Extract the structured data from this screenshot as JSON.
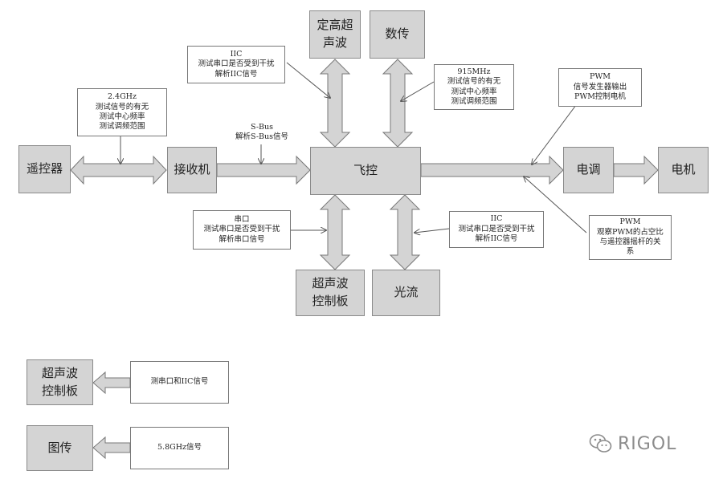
{
  "blocks": {
    "remote": "遥控器",
    "receiver": "接收机",
    "flight_control": "飞控",
    "altitude_sonar": "定高超\n声波",
    "data_link": "数传",
    "esc": "电调",
    "motor": "电机",
    "sonar_board": "超声波\n控制板",
    "optical_flow": "光流",
    "legend_sonar_board": "超声波\n控制板",
    "image_link": "图传"
  },
  "notes": {
    "rf_24": "2.4GHz\n测试信号的有无\n测试中心频率\n测试调频范围",
    "iic_top": "IIC\n测试串口是否受到干扰\n解析IIC信号",
    "rf_915": "915MHz\n测试信号的有无\n测试中心频率\n测试调频范围",
    "pwm_gen": "PWM\n信号发生器输出\nPWM控制电机",
    "uart": "串口\n测试串口是否受到干扰\n解析串口信号",
    "iic_bottom": "IIC\n测试串口是否受到干扰\n解析IIC信号",
    "pwm_observe": "PWM\n观察PWM的占空比\n与遥控器摇杆的关\n系",
    "legend_uart_iic": "测串口和IIC信号",
    "legend_58": "5.8GHz信号"
  },
  "labels": {
    "sbus": "S-Bus\n解析S-Bus信号"
  },
  "watermark": "RIGOL",
  "colors": {
    "block_fill": "#d4d4d4",
    "block_border": "#8a8a8a",
    "arrow_fill": "#d4d4d4",
    "arrow_stroke": "#777777",
    "note_border": "#777777",
    "watermark": "#8c8c8c"
  },
  "icons": [
    "wechat-icon"
  ]
}
